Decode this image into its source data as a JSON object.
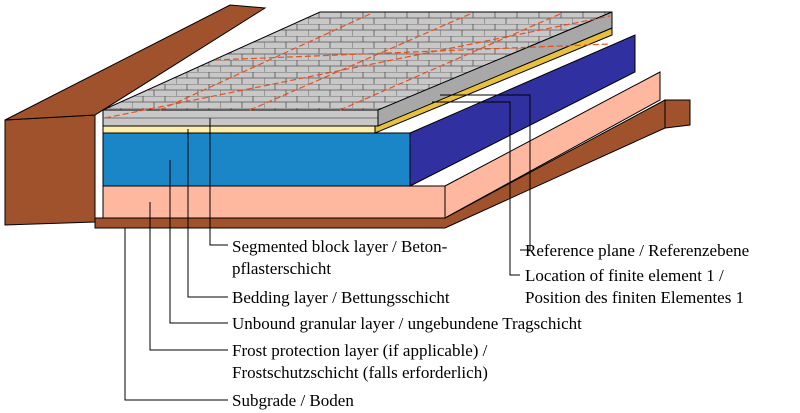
{
  "labels": {
    "segmented_block_1": "Segmented block layer / Beton-",
    "segmented_block_2": "pflasterschicht",
    "bedding": "Bedding layer / Bettungsschicht",
    "unbound_granular": "Unbound granular layer / ungebundene Tragschicht",
    "frost_protection_1": "Frost protection layer (if applicable) /",
    "frost_protection_2": "Frostschutzschicht (falls erforderlich)",
    "subgrade": "Subgrade / Boden",
    "reference_plane": "Reference plane / Referenzebene",
    "finite_element_1": "Location of finite element 1 /",
    "finite_element_2": "Position des finiten Elementes 1"
  },
  "colors": {
    "subgrade": "#a0522d",
    "frost_protection": "#ffb8a0",
    "unbound_granular_front": "#1a86c8",
    "unbound_granular_side": "#3030a0",
    "bedding": "#ffeeaa",
    "blocks": "#c8c8c8",
    "reference_lines": "#e8501e"
  }
}
